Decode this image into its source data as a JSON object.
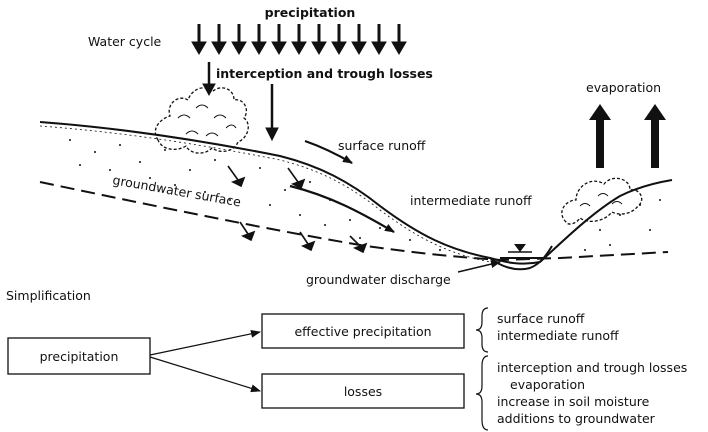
{
  "water_cycle": {
    "label": "Water cycle",
    "precipitation": "precipitation",
    "interception": "interception and trough losses",
    "evaporation": "evaporation",
    "surface_runoff": "surface runoff",
    "intermediate_runoff": "intermediate runoff",
    "groundwater_surface": "groundwater surface",
    "groundwater_discharge": "groundwater discharge"
  },
  "simplification": {
    "title": "Simplification",
    "input_box": "precipitation",
    "effective_box": "effective precipitation",
    "losses_box": "losses",
    "effective_items": [
      "surface runoff",
      "intermediate runoff"
    ],
    "loss_items": [
      "interception and trough losses",
      "evaporation",
      "increase in soil moisture",
      "additions to groundwater"
    ]
  }
}
